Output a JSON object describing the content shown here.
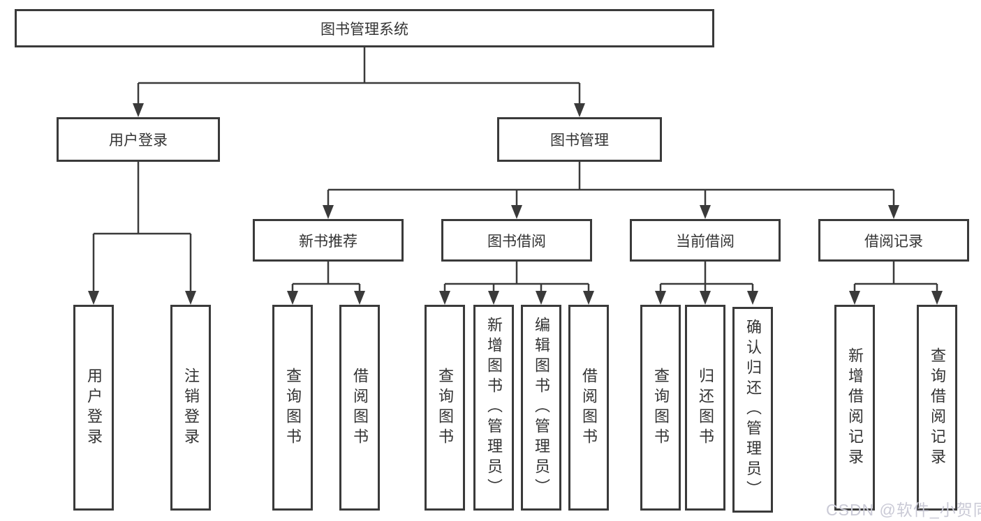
{
  "colors": {
    "background": "#ffffff",
    "line": "#3a3a3a",
    "box_border": "#3a3a3a",
    "text": "#333333",
    "watermark": "#cacad6"
  },
  "tree": {
    "label": "图书管理系统",
    "children": [
      {
        "label": "用户登录",
        "children": [
          {
            "label": "用户登录"
          },
          {
            "label": "注销登录"
          }
        ]
      },
      {
        "label": "图书管理",
        "children": [
          {
            "label": "新书推荐",
            "children": [
              {
                "label": "查询图书"
              },
              {
                "label": "借阅图书"
              }
            ]
          },
          {
            "label": "图书借阅",
            "children": [
              {
                "label": "查询图书"
              },
              {
                "label": "新增图书（管理员）"
              },
              {
                "label": "编辑图书（管理员）"
              },
              {
                "label": "借阅图书"
              }
            ]
          },
          {
            "label": "当前借阅",
            "children": [
              {
                "label": "查询图书"
              },
              {
                "label": "归还图书"
              },
              {
                "label": "确认归还（管理员）"
              }
            ]
          },
          {
            "label": "借阅记录",
            "children": [
              {
                "label": "新增借阅记录"
              },
              {
                "label": "查询借阅记录"
              }
            ]
          }
        ]
      }
    ]
  },
  "watermark": "CSDN @软件_小贺同学"
}
